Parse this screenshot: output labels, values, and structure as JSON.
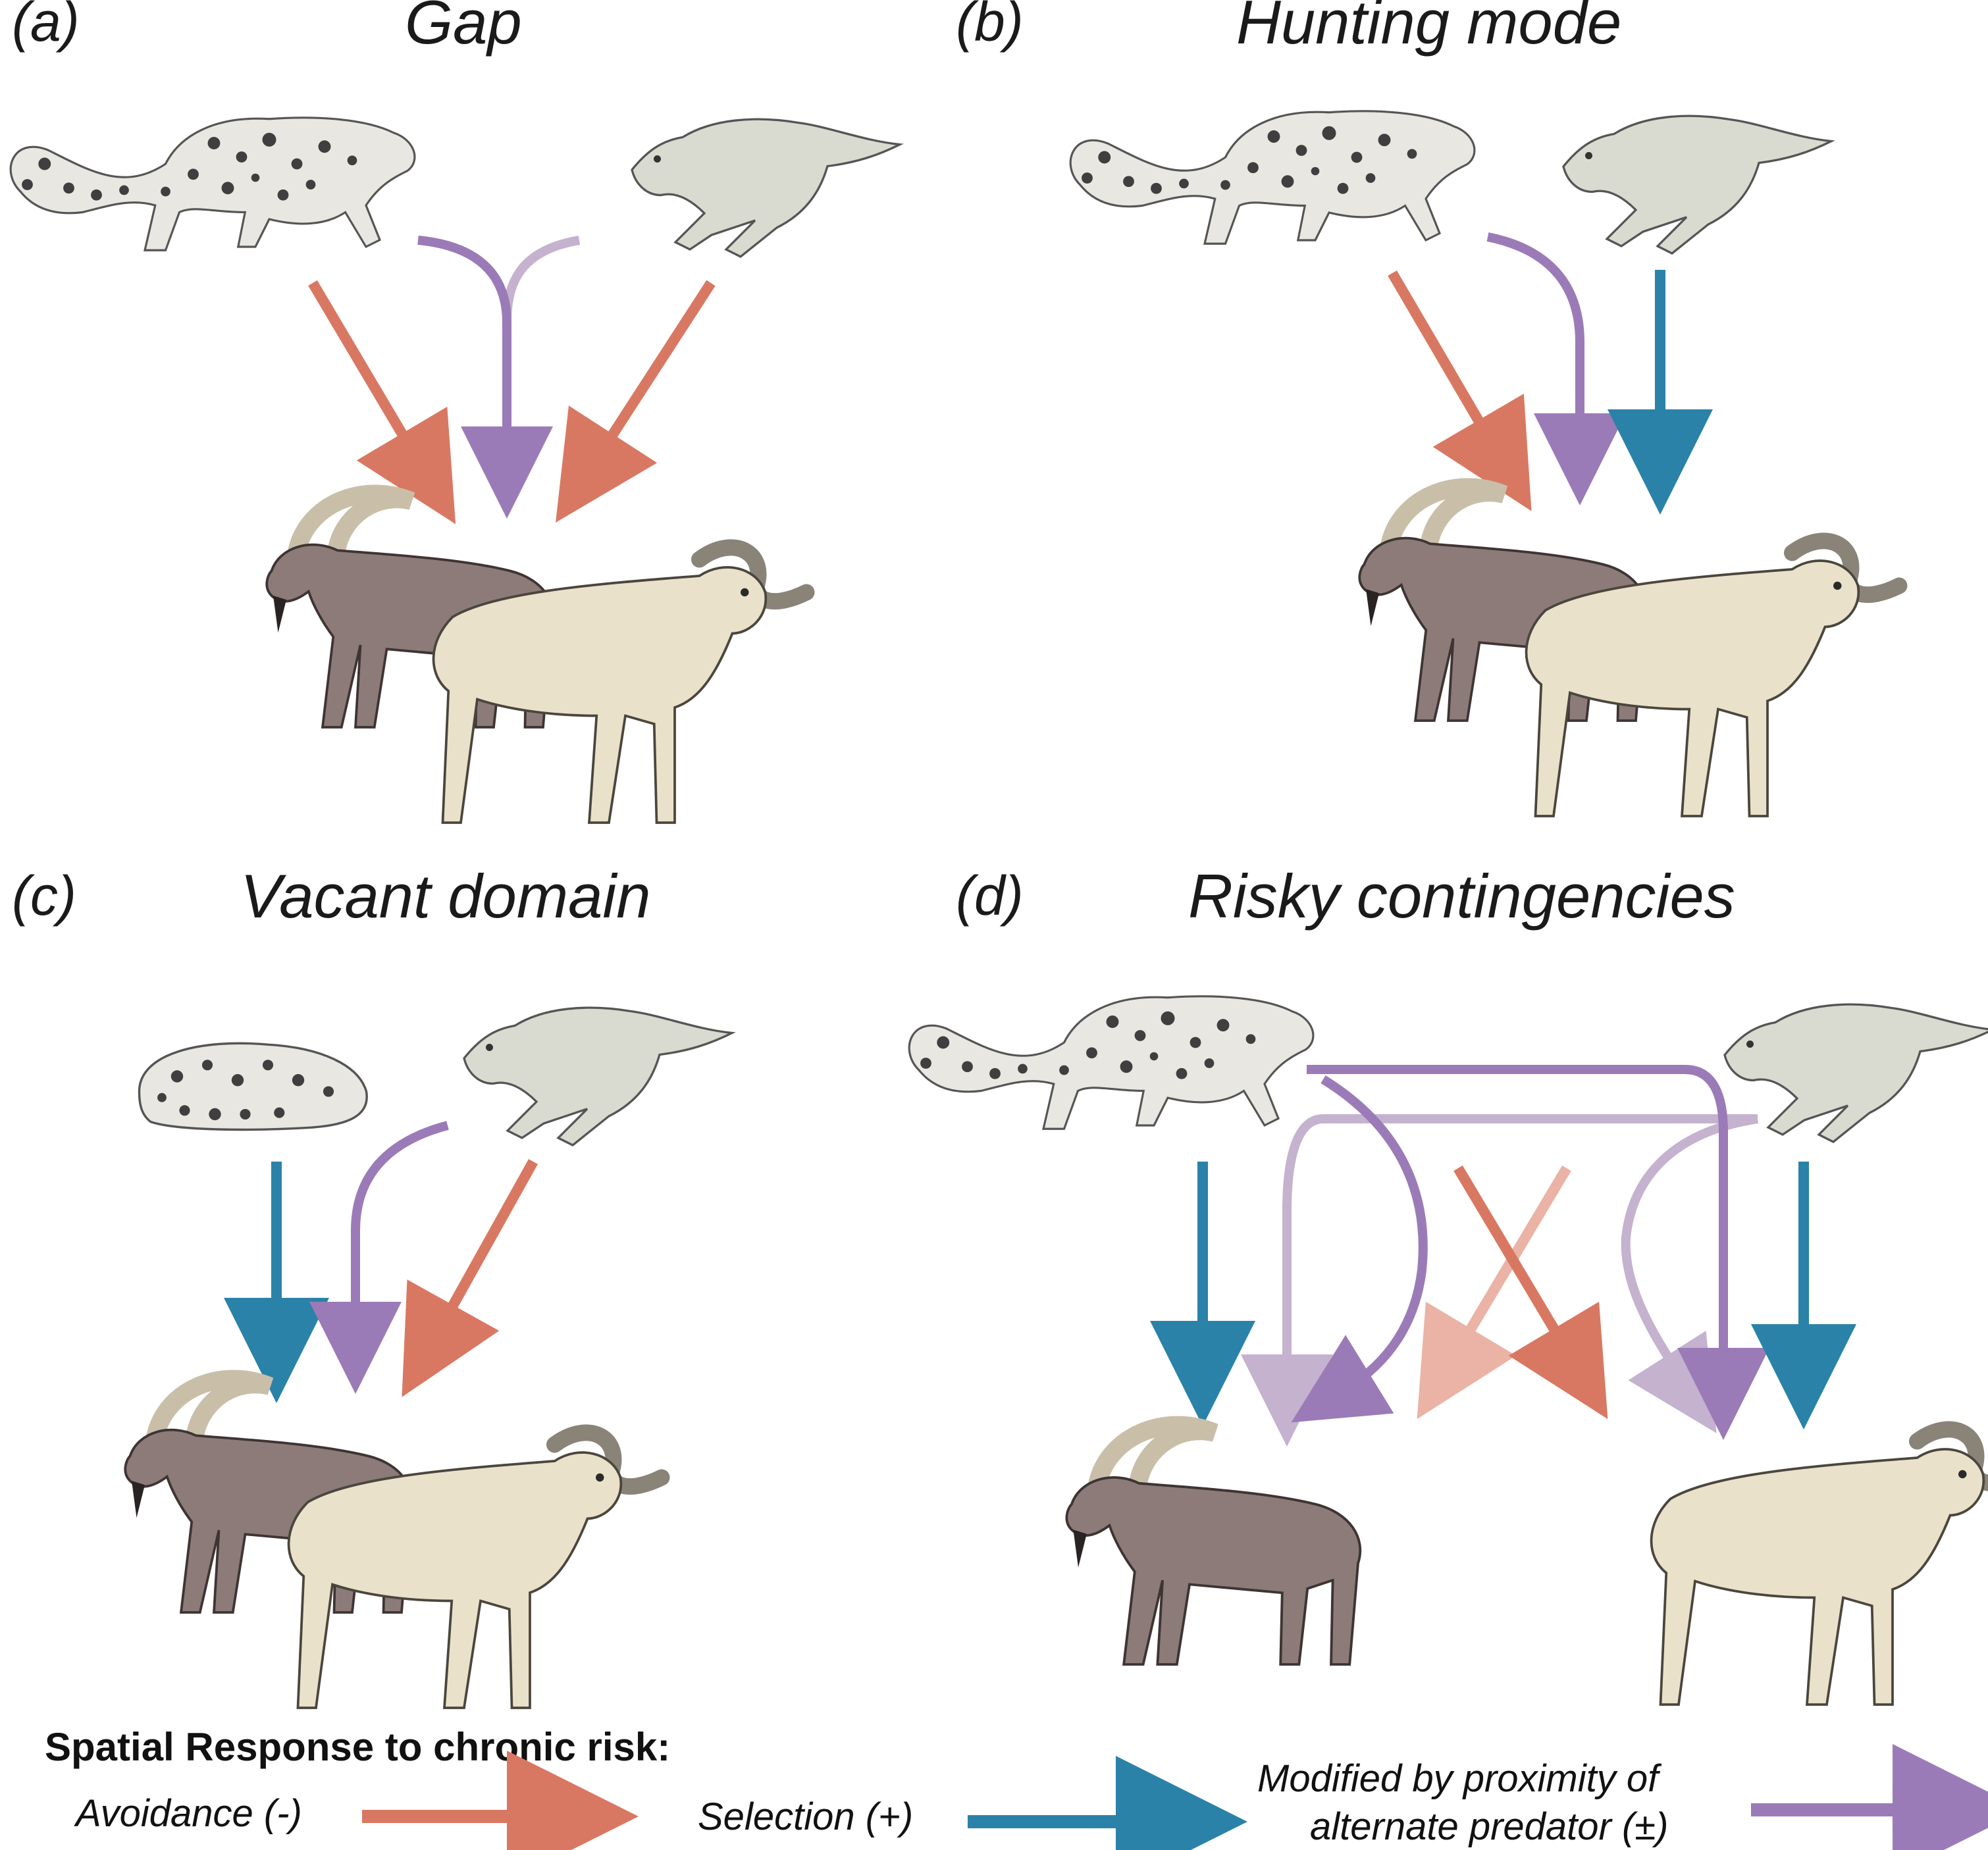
{
  "colors": {
    "avoidance": "#d97862",
    "selection": "#2b82a8",
    "modified": "#9b7bb7",
    "modified_faded": "#c4b2cf",
    "avoidance_faded": "#eab3a5",
    "leopard_fur": "#e9e7e1",
    "leopard_spot": "#3f3f3f",
    "wolf_fur": "#d9dbd0",
    "ibex_fur": "#8c7b78",
    "sheep_fur": "#e9e1c9"
  },
  "panels": [
    {
      "letter": "(a)",
      "title": "Gap"
    },
    {
      "letter": "(b)",
      "title": "Hunting mode"
    },
    {
      "letter": "(c)",
      "title": "Vacant domain"
    },
    {
      "letter": "(d)",
      "title": "Risky contingencies"
    }
  ],
  "legend": {
    "heading": "Spatial Response to chronic risk:",
    "avoidance": "Avoidance (-)",
    "selection": "Selection (+)",
    "modified_line1": "Modified by proximity of",
    "modified_line2": "alternate predator (±)"
  }
}
